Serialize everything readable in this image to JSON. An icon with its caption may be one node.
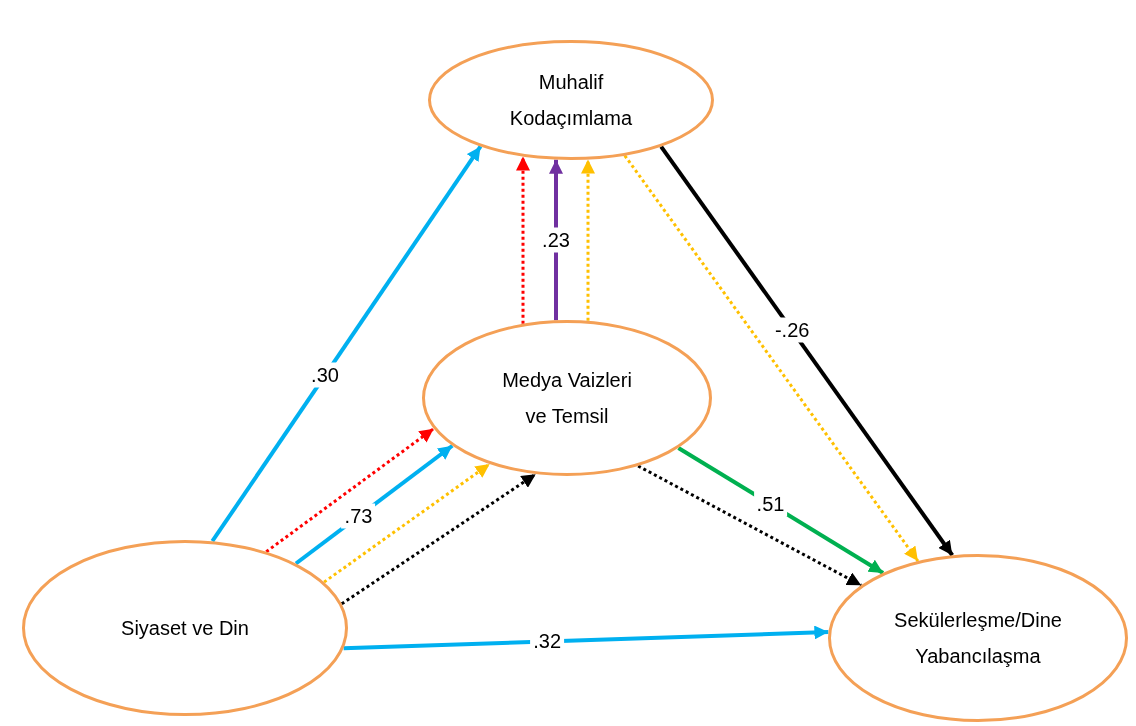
{
  "diagram": {
    "nodes": [
      {
        "text": [
          "Muhalif Kodaçımlama"
        ]
      },
      {
        "text": [
          "Medya Vaizleri ve Temsil"
        ]
      },
      {
        "text": [
          "Siyaset ve Din"
        ]
      },
      {
        "text": [
          "Sekülerleşme/Dine Yabancılaşma"
        ]
      }
    ],
    "edges": [
      {
        "from": 2,
        "to": 0,
        "arrow": "to",
        "label": ".30",
        "color": "#00b0f0"
      },
      {
        "from": 2,
        "to": 1,
        "arrow": "to",
        "style": "dashed",
        "color": "#ff0000"
      },
      {
        "from": 2,
        "to": 1,
        "arrow": "to",
        "label": ".73",
        "color": "#00b0f0"
      },
      {
        "from": 2,
        "to": 1,
        "arrow": "to",
        "style": "dashed",
        "color": "#ffc000"
      },
      {
        "from": 2,
        "to": 1,
        "arrow": "to",
        "style": "dashed",
        "color": "#000000"
      },
      {
        "from": 1,
        "to": 0,
        "arrow": "to",
        "style": "dashed",
        "color": "#ff0000"
      },
      {
        "from": 1,
        "to": 0,
        "arrow": "to",
        "label": ".23",
        "color": "#7030a0"
      },
      {
        "from": 1,
        "to": 0,
        "arrow": "to",
        "style": "dashed",
        "color": "#ffc000"
      },
      {
        "from": 0,
        "to": 3,
        "arrow": "to",
        "style": "dashed",
        "color": "#ffc000"
      },
      {
        "from": 0,
        "to": 3,
        "arrow": "to",
        "label": "-.26",
        "color": "#000000"
      },
      {
        "from": 1,
        "to": 3,
        "arrow": "to",
        "label": ".51",
        "color": "#00b050"
      },
      {
        "from": 1,
        "to": 3,
        "arrow": "to",
        "style": "dashed",
        "color": "#000000"
      },
      {
        "from": 2,
        "to": 3,
        "arrow": "to",
        "label": ".32",
        "color": "#00b0f0"
      }
    ]
  }
}
